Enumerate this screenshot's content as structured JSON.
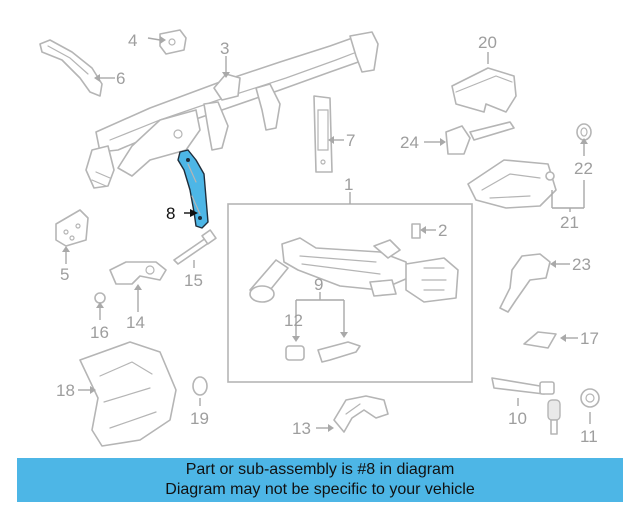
{
  "diagram": {
    "highlight_color": "#4db6e6",
    "highlighted_part": "8",
    "callouts": {
      "c1": "1",
      "c2": "2",
      "c3": "3",
      "c4": "4",
      "c5": "5",
      "c6": "6",
      "c7": "7",
      "c8": "8",
      "c9": "9",
      "c10": "10",
      "c11": "11",
      "c12": "12",
      "c13": "13",
      "c14": "14",
      "c15": "15",
      "c16": "16",
      "c17": "17",
      "c18": "18",
      "c19": "19",
      "c20": "20",
      "c21": "21",
      "c22": "22",
      "c23": "23",
      "c24": "24"
    }
  },
  "banner": {
    "line1": "Part or sub-assembly is #8 in diagram",
    "line2": "Diagram may not be specific to your vehicle"
  }
}
